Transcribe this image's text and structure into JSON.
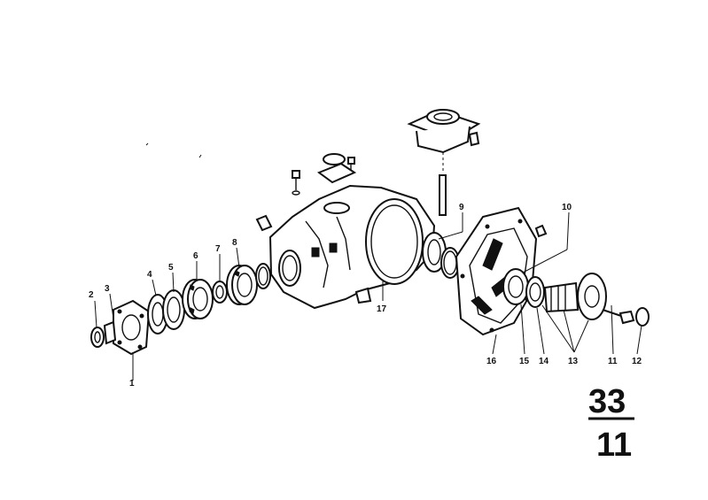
{
  "callouts": [
    {
      "label": "1"
    },
    {
      "label": "2"
    },
    {
      "label": "3"
    },
    {
      "label": "4"
    },
    {
      "label": "5"
    },
    {
      "label": "6"
    },
    {
      "label": "7"
    },
    {
      "label": "8"
    },
    {
      "label": "9"
    },
    {
      "label": "10"
    },
    {
      "label": "11"
    },
    {
      "label": "12"
    },
    {
      "label": "13"
    },
    {
      "label": "14"
    },
    {
      "label": "15"
    },
    {
      "label": "16"
    },
    {
      "label": "17"
    }
  ],
  "group": {
    "main": "33",
    "sub": "11"
  }
}
